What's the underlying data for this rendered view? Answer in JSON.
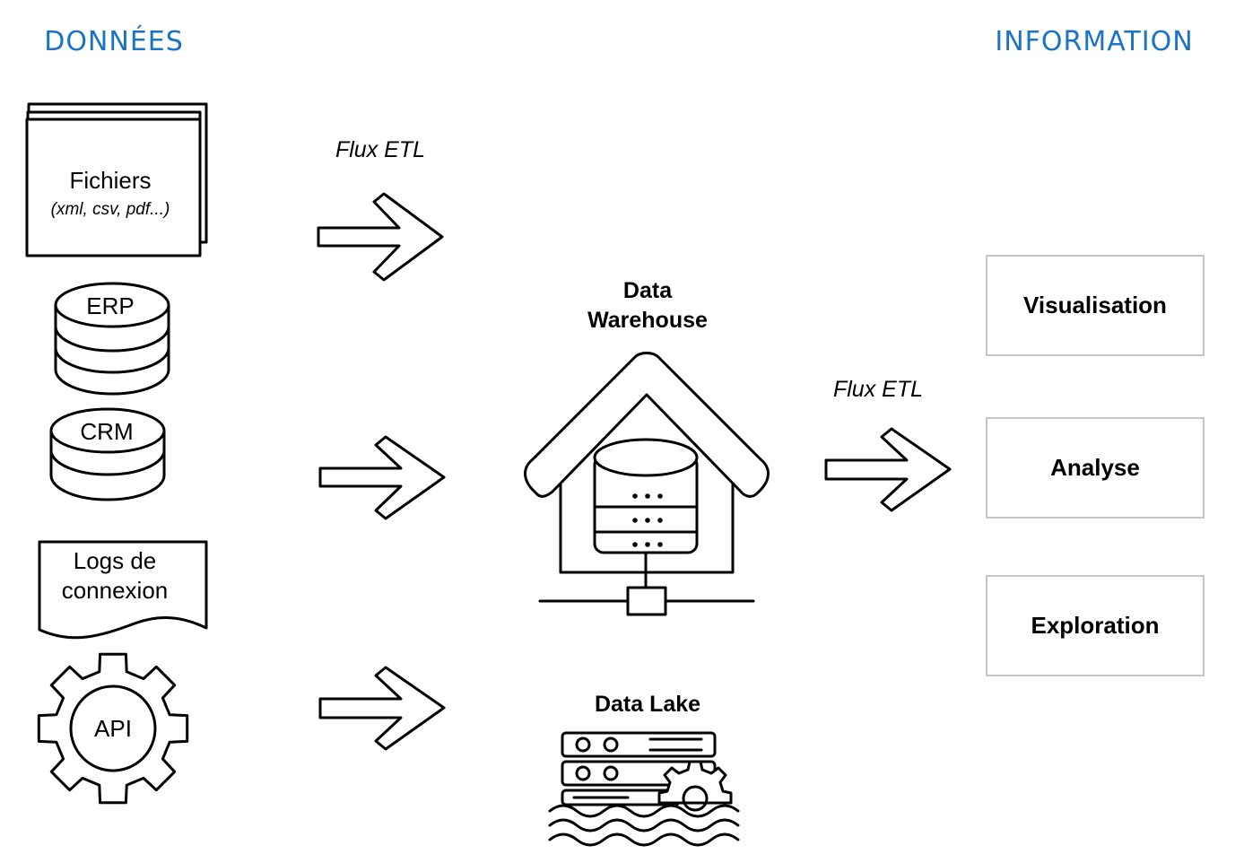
{
  "headers": {
    "left": "DONNÉES",
    "right": "INFORMATION",
    "color": "#1a73c4"
  },
  "sources": {
    "files_title": "Fichiers",
    "files_subtitle": "(xml, csv, pdf...)",
    "erp": "ERP",
    "crm": "CRM",
    "logs_line1": "Logs de",
    "logs_line2": "connexion",
    "api": "API"
  },
  "flows": {
    "in_label": "Flux ETL",
    "out_label": "Flux ETL"
  },
  "storage": {
    "warehouse_line1": "Data",
    "warehouse_line2": "Warehouse",
    "lake": "Data Lake"
  },
  "outputs": [
    "Visualisation",
    "Analyse",
    "Exploration"
  ]
}
